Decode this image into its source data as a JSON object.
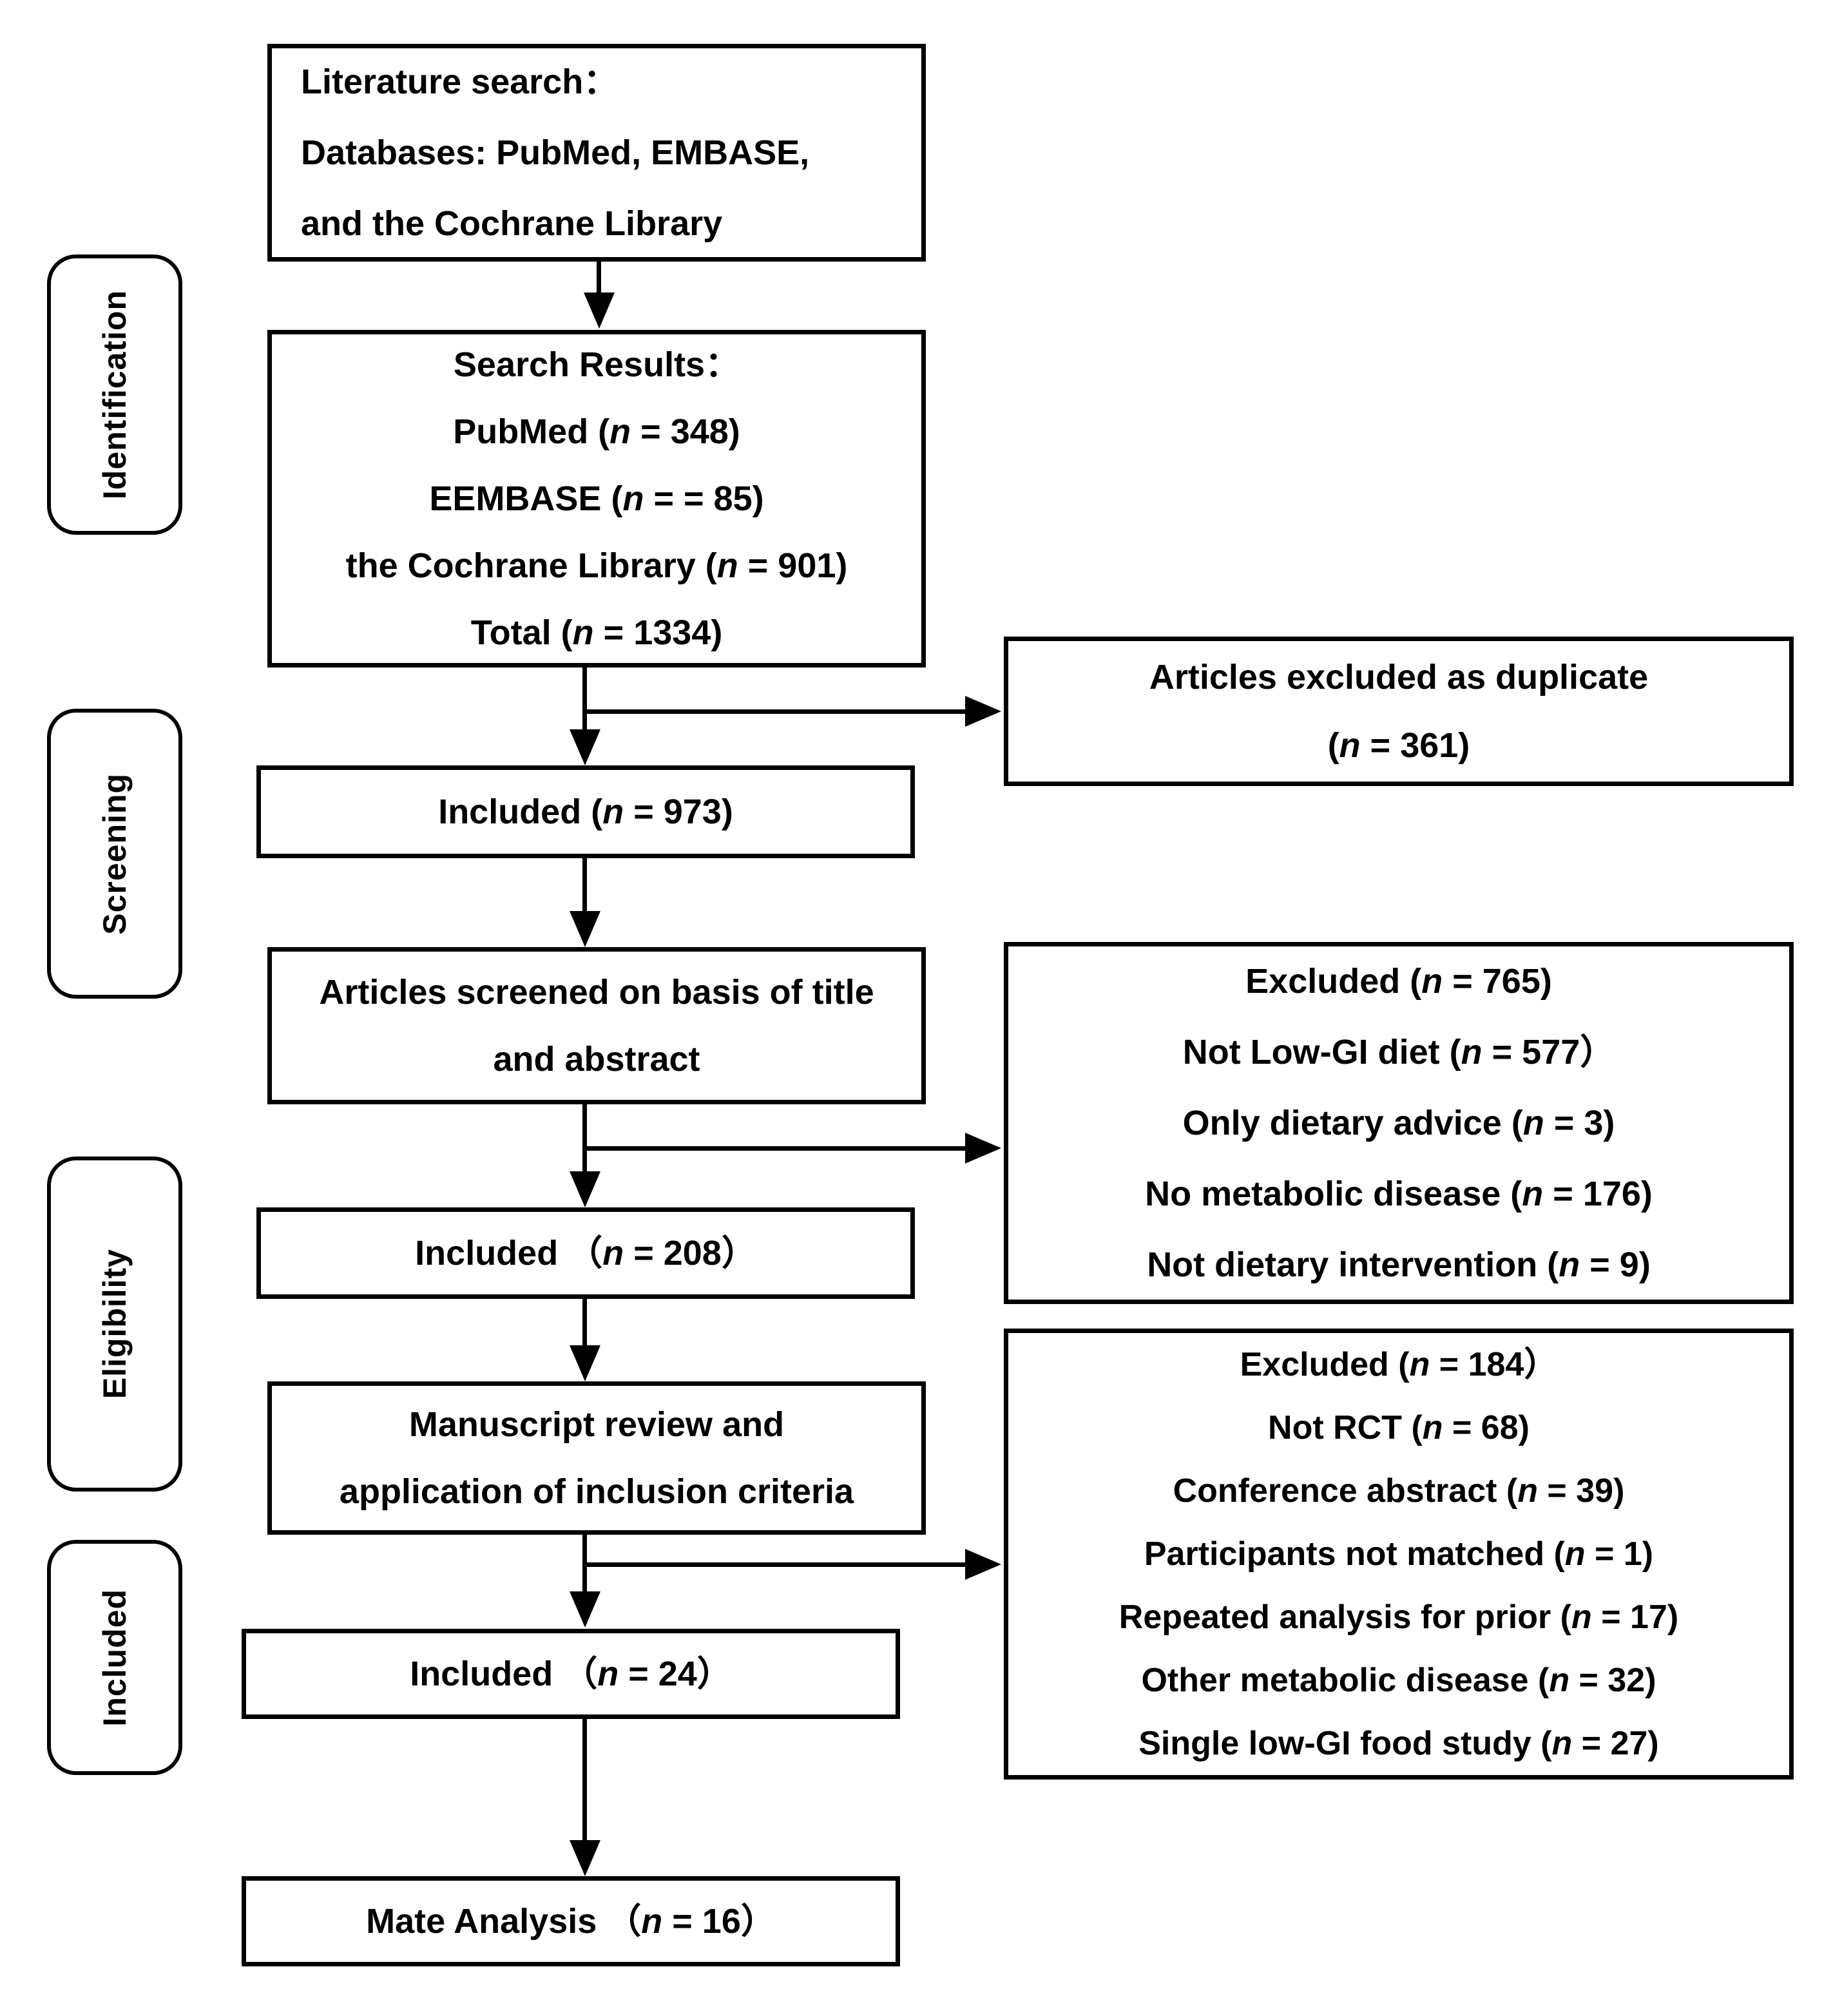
{
  "diagram": {
    "colors": {
      "line": "#000000",
      "background": "#ffffff",
      "box_background": "#ffffff"
    },
    "stage_labels": [
      {
        "id": "identification",
        "label": "Identification"
      },
      {
        "id": "screening",
        "label": "Screening"
      },
      {
        "id": "eligibility",
        "label": "Eligibility"
      },
      {
        "id": "included",
        "label": "Included"
      }
    ],
    "boxes": {
      "literature_search": {
        "lines": [
          "Literature search：",
          "Databases: PubMed, EMBASE,",
          "and the Cochrane Library"
        ]
      },
      "search_results": {
        "lines": [
          "Search Results：",
          "PubMed (n = 348)",
          "EEMBASE (n = = 85)",
          "the Cochrane Library (n = 901)",
          "Total (n = 1334)"
        ]
      },
      "included_973": {
        "lines": [
          "Included (n = 973)"
        ]
      },
      "screened_title_abstract": {
        "lines": [
          "Articles screened on basis of title",
          "and abstract"
        ]
      },
      "included_208": {
        "lines": [
          "Included （n = 208）"
        ]
      },
      "manuscript_review": {
        "lines": [
          "Manuscript review and",
          "application of inclusion criteria"
        ]
      },
      "included_24": {
        "lines": [
          "Included （n = 24）"
        ]
      },
      "meta_analysis": {
        "lines": [
          "Mate Analysis （n = 16）"
        ]
      },
      "excluded_duplicates": {
        "lines": [
          "Articles excluded as duplicate",
          "(n = 361)"
        ]
      },
      "excluded_screening": {
        "lines": [
          "Excluded (n = 765)",
          "Not Low-GI diet (n = 577）",
          "Only dietary advice (n = 3)",
          "No metabolic disease (n = 176)",
          "Not dietary intervention (n = 9)"
        ]
      },
      "excluded_eligibility": {
        "lines": [
          "Excluded (n = 184）",
          "Not RCT (n = 68)",
          "Conference abstract (n = 39)",
          "Participants not matched (n = 1)",
          "Repeated analysis for prior (n = 17)",
          "Other metabolic disease (n = 32)",
          "Single low-GI food study (n = 27)"
        ]
      }
    }
  }
}
